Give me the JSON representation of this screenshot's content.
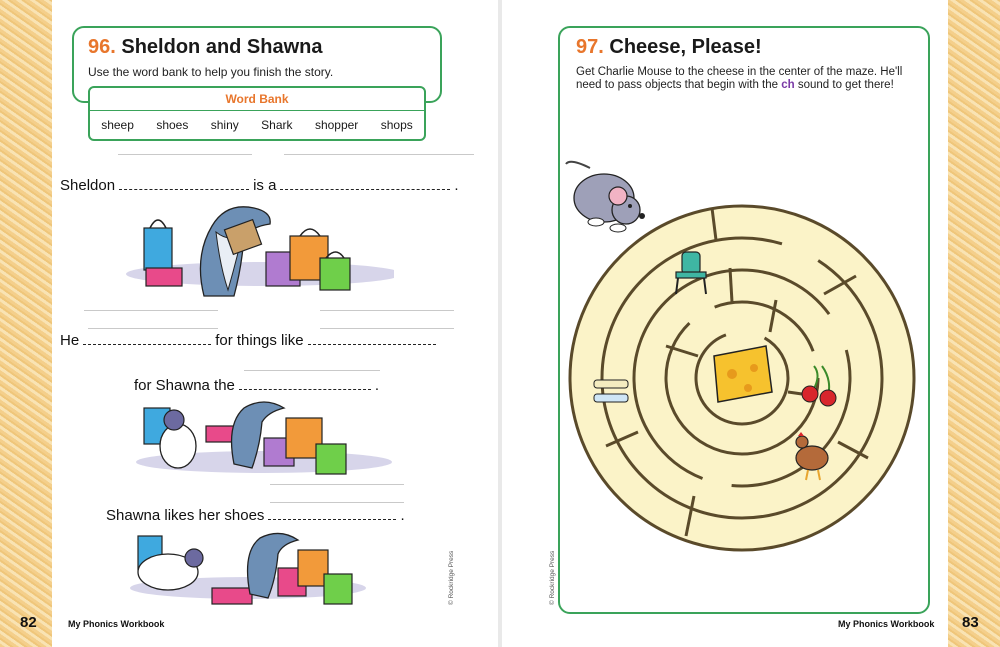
{
  "left_page": {
    "activity_number": "96.",
    "activity_title": "Sheldon and Shawna",
    "instructions": "Use the word bank to help you finish the story.",
    "word_bank": {
      "title": "Word Bank",
      "words": [
        "sheep",
        "shoes",
        "shiny",
        "Shark",
        "shopper",
        "shops"
      ]
    },
    "story": {
      "line1_a": "Sheldon",
      "line1_b": "is a",
      "line2_a": "He",
      "line2_b": "for things like",
      "line3": "for Shawna the",
      "line4": "Shawna likes her shoes"
    },
    "page_number": "82",
    "footer_title": "My Phonics Workbook",
    "credit": "© Rockridge Press"
  },
  "right_page": {
    "activity_number": "97.",
    "activity_title": "Cheese, Please!",
    "instructions_part1": "Get Charlie Mouse to the cheese in the center of the maze. He'll need to pass objects that begin with the",
    "instructions_sound": "ch",
    "instructions_part2": "sound to get there!",
    "page_number": "83",
    "footer_title": "My Phonics Workbook",
    "credit": "© Rockridge Press"
  },
  "colors": {
    "accent_green": "#3aa35a",
    "accent_orange": "#e8762c",
    "ch_purple": "#7a3aa6",
    "maze_fill": "#fbf3c8",
    "maze_wall": "#5a4a2a"
  }
}
